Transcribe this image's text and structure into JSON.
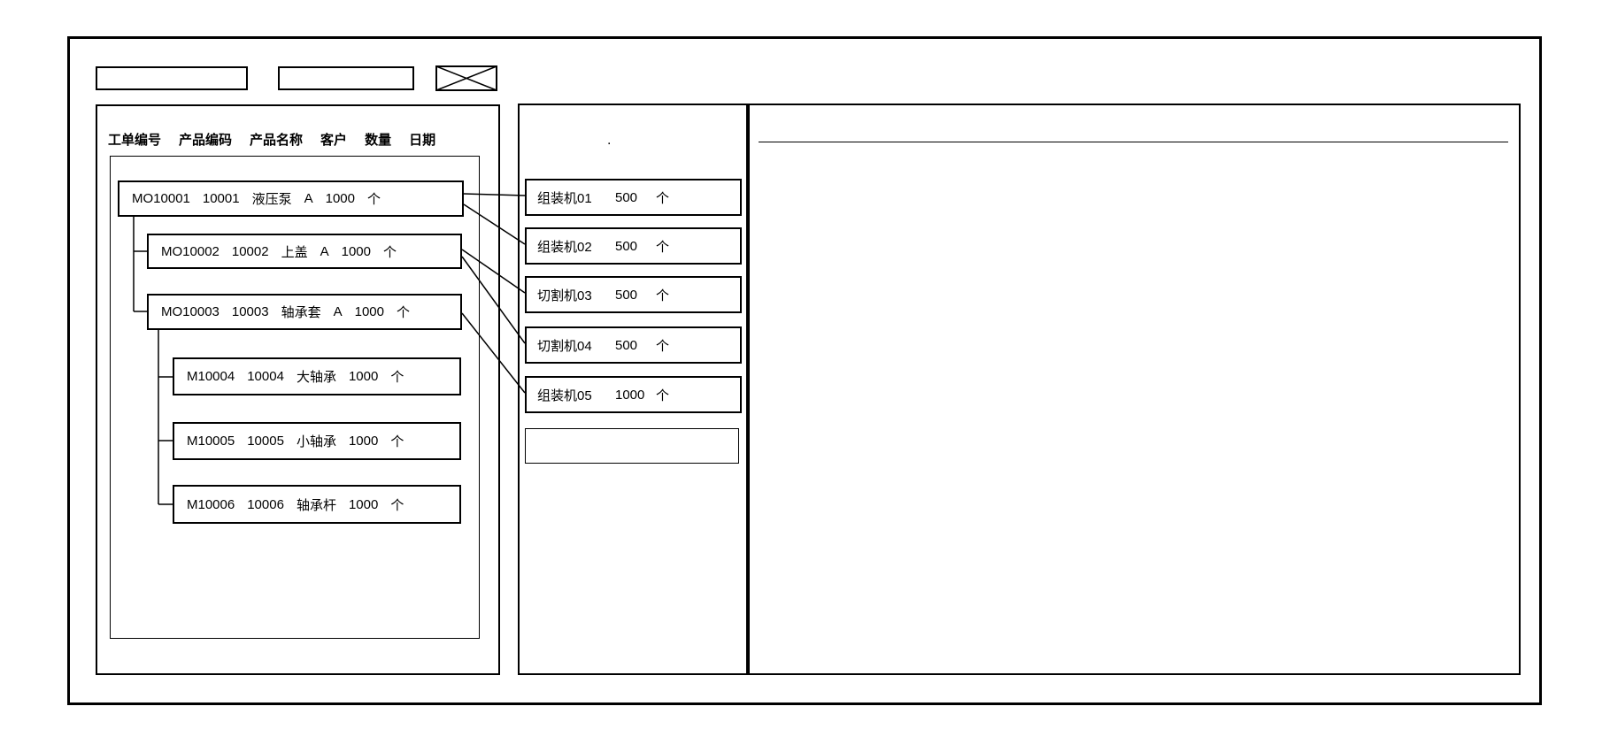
{
  "toolbar": {
    "fields": [
      {
        "value": ""
      },
      {
        "value": ""
      }
    ]
  },
  "left_panel": {
    "columns": [
      "工单编号",
      "产品编码",
      "产品名称",
      "客户",
      "数量",
      "日期"
    ],
    "orders": [
      {
        "order_no": "MO10001",
        "product_code": "10001",
        "product_name": "液压泵",
        "customer": "A",
        "qty": "1000",
        "unit": "个"
      },
      {
        "order_no": "MO10002",
        "product_code": "10002",
        "product_name": "上盖",
        "customer": "A",
        "qty": "1000",
        "unit": "个"
      },
      {
        "order_no": "MO10003",
        "product_code": "10003",
        "product_name": "轴承套",
        "customer": "A",
        "qty": "1000",
        "unit": "个"
      },
      {
        "order_no": "M10004",
        "product_code": "10004",
        "product_name": "大轴承",
        "customer": "",
        "qty": "1000",
        "unit": "个"
      },
      {
        "order_no": "M10005",
        "product_code": "10005",
        "product_name": "小轴承",
        "customer": "",
        "qty": "1000",
        "unit": "个"
      },
      {
        "order_no": "M10006",
        "product_code": "10006",
        "product_name": "轴承杆",
        "customer": "",
        "qty": "1000",
        "unit": "个"
      }
    ]
  },
  "middle_panel": {
    "dot": ".",
    "tasks": [
      {
        "machine": "组装机01",
        "qty": "500",
        "unit": "个"
      },
      {
        "machine": "组装机02",
        "qty": "500",
        "unit": "个"
      },
      {
        "machine": "切割机03",
        "qty": "500",
        "unit": "个"
      },
      {
        "machine": "切割机04",
        "qty": "500",
        "unit": "个"
      },
      {
        "machine": "组装机05",
        "qty": "1000",
        "unit": "个"
      }
    ]
  },
  "colors": {
    "line": "#000000",
    "background": "#ffffff"
  }
}
